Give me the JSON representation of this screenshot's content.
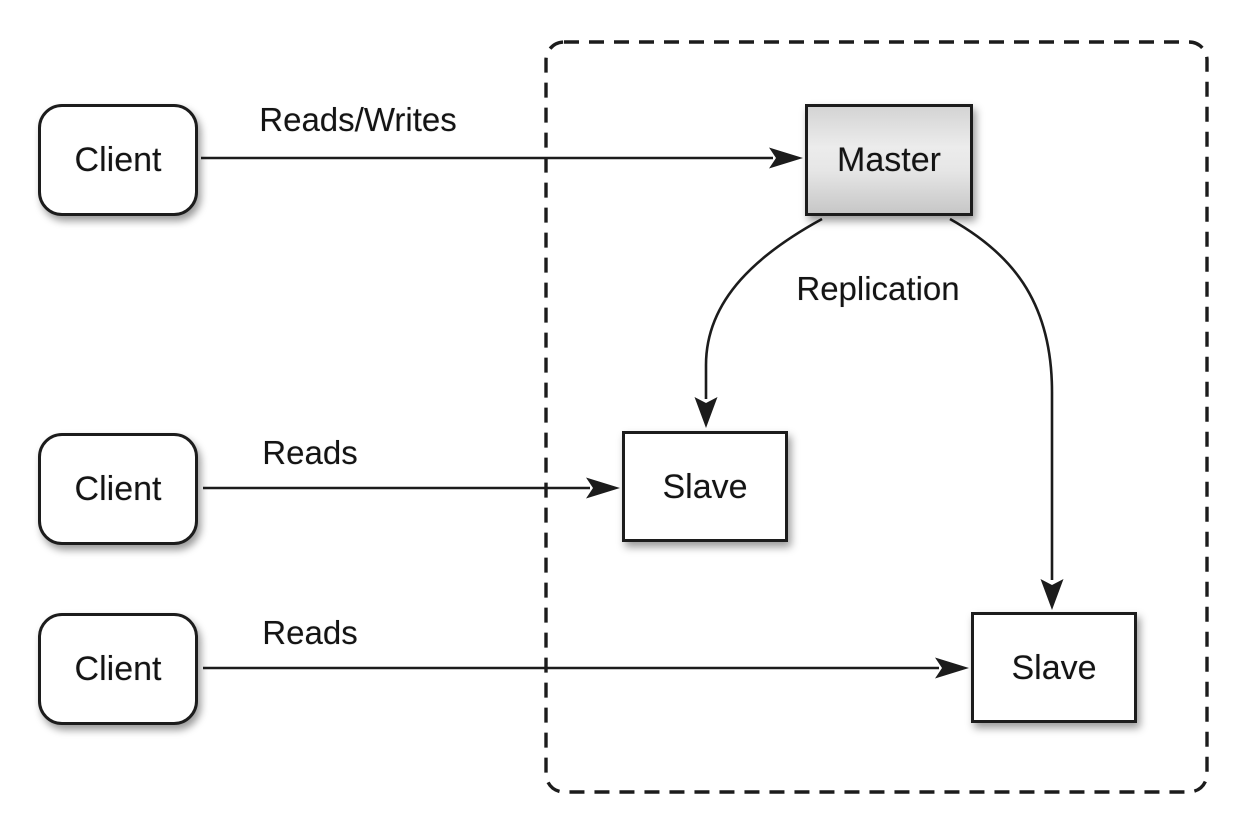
{
  "diagram": {
    "type": "master-slave-replication-architecture",
    "nodes": {
      "client1": {
        "label": "Client"
      },
      "client2": {
        "label": "Client"
      },
      "client3": {
        "label": "Client"
      },
      "master": {
        "label": "Master"
      },
      "slave1": {
        "label": "Slave"
      },
      "slave2": {
        "label": "Slave"
      }
    },
    "edges": {
      "reads_writes": {
        "label": "Reads/Writes",
        "from": "client1",
        "to": "master"
      },
      "reads_middle": {
        "label": "Reads",
        "from": "client2",
        "to": "slave1"
      },
      "reads_bottom": {
        "label": "Reads",
        "from": "client3",
        "to": "slave2"
      },
      "replication_left": {
        "label": "Replication",
        "from": "master",
        "to": "slave1"
      },
      "replication_right": {
        "label": "Replication",
        "from": "master",
        "to": "slave2"
      }
    },
    "colors": {
      "background": "#ffffff",
      "stroke": "#1c1c1c",
      "client_fill": "#ffffff",
      "slave_fill": "#ffffff",
      "master_fill_top": "#d4d4d4",
      "master_fill_mid": "#ececec",
      "master_fill_bottom": "#c7c7c7",
      "text": "#141414"
    }
  }
}
